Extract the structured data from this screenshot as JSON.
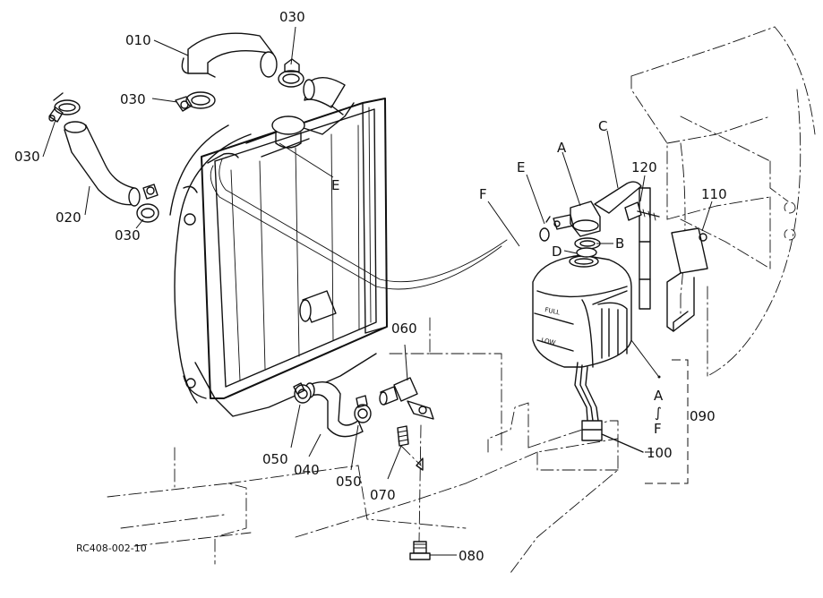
{
  "drawing_code": "RC408-002-10",
  "callouts": {
    "p010": "010",
    "p020": "020",
    "p030_top": "030",
    "p030_left_mid": "030",
    "p030_far_left": "030",
    "p030_lower": "030",
    "p040": "040",
    "p050_left": "050",
    "p050_right": "050",
    "p060": "060",
    "p070": "070",
    "p080": "080",
    "p090": "090",
    "p100": "100",
    "p110": "110",
    "p120": "120"
  },
  "letters": {
    "A_top": "A",
    "B": "B",
    "C": "C",
    "D": "D",
    "E_top": "E",
    "E_mid": "E",
    "F_hose": "F",
    "A_range": "A",
    "F_range": "F",
    "range_symbol": "∫"
  },
  "tank_markings": {
    "full": "FULL",
    "low": "LOW"
  }
}
